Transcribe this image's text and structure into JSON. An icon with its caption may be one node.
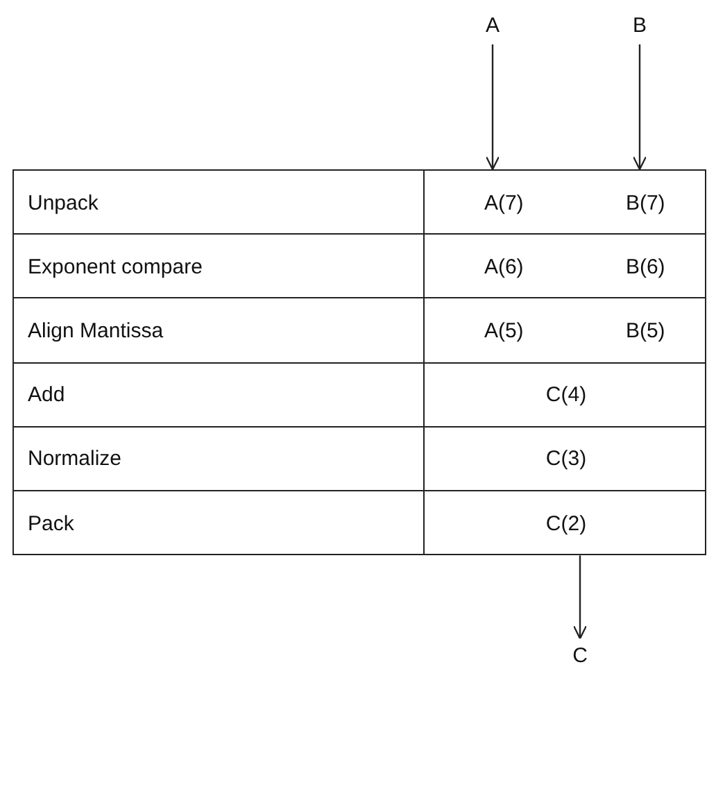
{
  "diagram": {
    "nodes": [
      {
        "text": [
          "A"
        ]
      },
      {
        "text": [
          "B"
        ]
      },
      {
        "text": [
          "Unpack"
        ]
      },
      {
        "text": [
          "A(7)",
          "B(7)"
        ]
      },
      {
        "text": [
          "Exponent compare"
        ]
      },
      {
        "text": [
          "A(6)",
          "B(6)"
        ]
      },
      {
        "text": [
          "Align Mantissa"
        ]
      },
      {
        "text": [
          "A(5)",
          "B(5)"
        ]
      },
      {
        "text": [
          "Add"
        ]
      },
      {
        "text": [
          "C(4)"
        ]
      },
      {
        "text": [
          "Normalize"
        ]
      },
      {
        "text": [
          "C(3)"
        ]
      },
      {
        "text": [
          "Pack"
        ]
      },
      {
        "text": [
          "C(2)"
        ]
      },
      {
        "text": [
          "C"
        ]
      }
    ],
    "edges": [
      {
        "from": 0,
        "to": 3,
        "arrow": "to"
      },
      {
        "from": 1,
        "to": 3,
        "arrow": "to"
      },
      {
        "from": 13,
        "to": 14,
        "arrow": "to"
      }
    ]
  }
}
